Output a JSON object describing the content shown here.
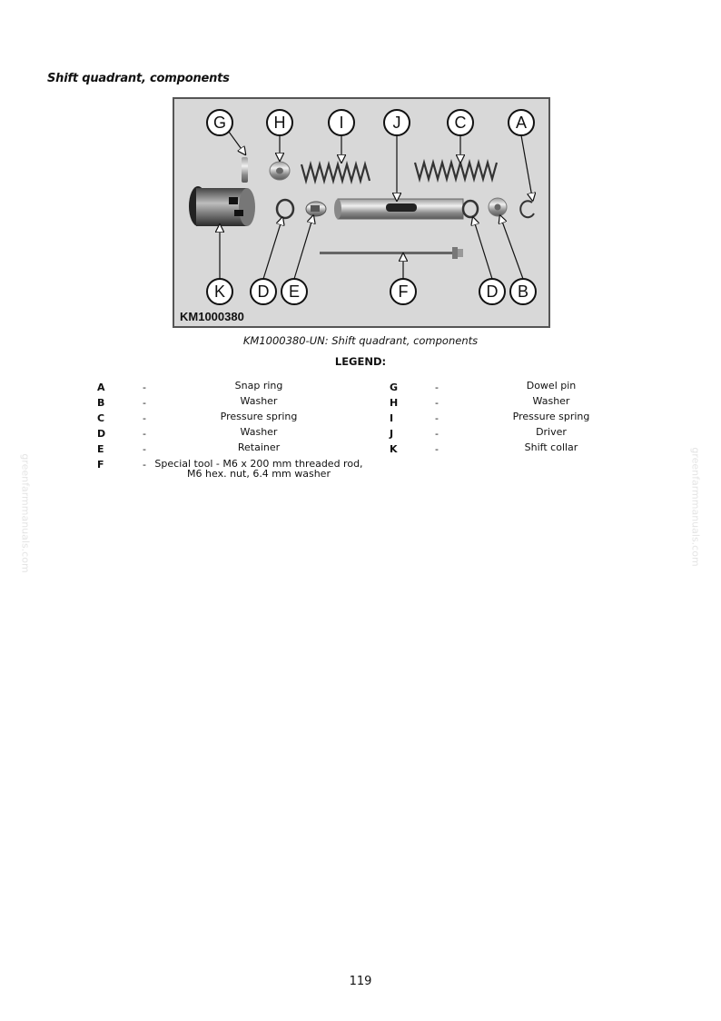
{
  "section_title": "Shift quadrant, components",
  "figure": {
    "code": "KM1000380",
    "callouts": {
      "G": "G",
      "H": "H",
      "I": "I",
      "J": "J",
      "C": "C",
      "A": "A",
      "K": "K",
      "D1": "D",
      "E": "E",
      "F": "F",
      "D2": "D",
      "B": "B"
    }
  },
  "caption": "KM1000380-UN: Shift quadrant, components",
  "legend_title": "LEGEND:",
  "legend": {
    "left": [
      {
        "code": "A",
        "dash": "-",
        "desc": "Snap ring"
      },
      {
        "code": "B",
        "dash": "-",
        "desc": "Washer"
      },
      {
        "code": "C",
        "dash": "-",
        "desc": "Pressure spring"
      },
      {
        "code": "D",
        "dash": "-",
        "desc": "Washer"
      },
      {
        "code": "E",
        "dash": "-",
        "desc": "Retainer"
      },
      {
        "code": "F",
        "dash": "-",
        "desc": "Special tool - M6 x 200 mm threaded rod,\nM6 hex. nut, 6.4 mm washer"
      }
    ],
    "right": [
      {
        "code": "G",
        "dash": "-",
        "desc": "Dowel pin"
      },
      {
        "code": "H",
        "dash": "-",
        "desc": "Washer"
      },
      {
        "code": "I",
        "dash": "-",
        "desc": "Pressure spring"
      },
      {
        "code": "J",
        "dash": "-",
        "desc": "Driver"
      },
      {
        "code": "K",
        "dash": "-",
        "desc": "Shift collar"
      }
    ]
  },
  "watermark": "greenfarmmanuals.com",
  "page_number": "119"
}
